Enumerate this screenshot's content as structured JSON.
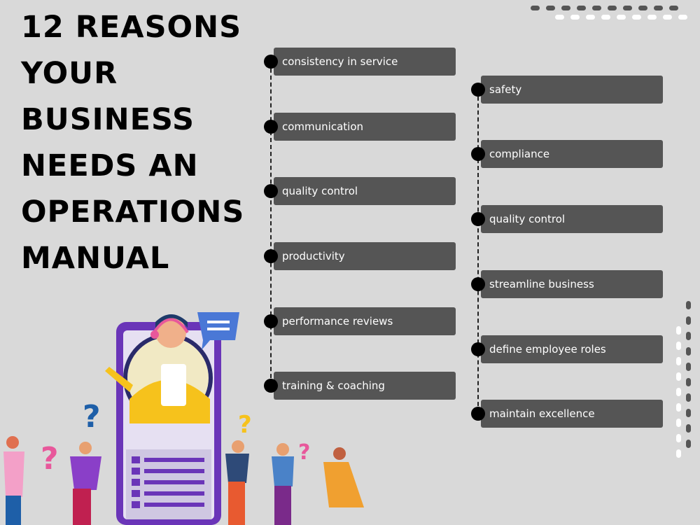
{
  "title_lines": [
    "12 REASONS",
    "YOUR",
    "BUSINESS",
    "NEEDS AN",
    "OPERATIONS",
    "MANUAL"
  ],
  "left_column": [
    "consistency in service",
    "communication",
    "quality control",
    "productivity",
    "performance reviews",
    "training & coaching"
  ],
  "right_column": [
    "safety",
    "compliance",
    "quality control",
    "streamline business",
    "define employee roles",
    "maintain excellence"
  ],
  "colors": {
    "background": "#d9d9d9",
    "item_bg": "#555555",
    "item_text": "#ffffff",
    "dot": "#000000",
    "accent_purple": "#6a35b8",
    "accent_yellow": "#f6c21c",
    "accent_blue": "#1e5fa8",
    "accent_pink": "#e8589b"
  },
  "illustration": {
    "name": "customer-support-illustration",
    "icons": [
      "headset-icon",
      "chat-bubble-icon",
      "question-mark-icon",
      "smartphone-icon"
    ]
  }
}
